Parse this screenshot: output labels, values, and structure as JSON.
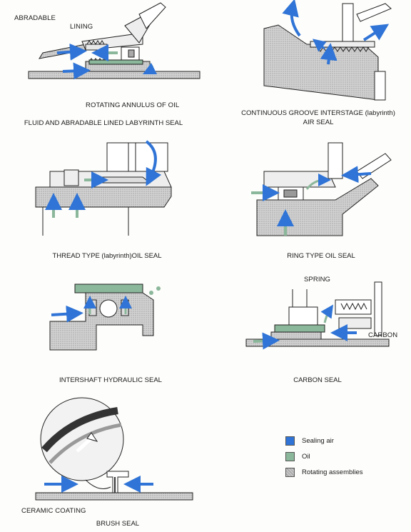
{
  "colors": {
    "air": "#2f74d6",
    "oil": "#8bb79a",
    "rotating": "#c6c6c6",
    "line": "#222222"
  },
  "labels": {
    "abradable": "ABRADABLE",
    "lining": "LINING",
    "rotating_annulus": "ROTATING ANNULUS OF OIL",
    "spring": "SPRING",
    "carbon": "CARBON",
    "ceramic_coating": "CERAMIC COATING"
  },
  "captions": {
    "fluid_abradable": "FLUID AND ABRADABLE LINED LABYRINTH SEAL",
    "continuous_groove": "CONTINUOUS GROOVE INTERSTAGE (labyrinth)\nAIR SEAL",
    "thread_type": "THREAD TYPE (labyrinth)OIL SEAL",
    "ring_type": "RING TYPE OIL SEAL",
    "intershaft": "INTERSHAFT HYDRAULIC SEAL",
    "carbon_seal": "CARBON SEAL",
    "brush_seal": "BRUSH SEAL"
  },
  "legend": [
    {
      "label": "Sealing air",
      "color": "#2f74d6",
      "icon": "sealing-air-swatch"
    },
    {
      "label": "Oil",
      "color": "#8bb79a",
      "icon": "oil-swatch"
    },
    {
      "label": "Rotating assemblies",
      "color": "#c6c6c6",
      "icon": "rotating-assemblies-swatch"
    }
  ]
}
